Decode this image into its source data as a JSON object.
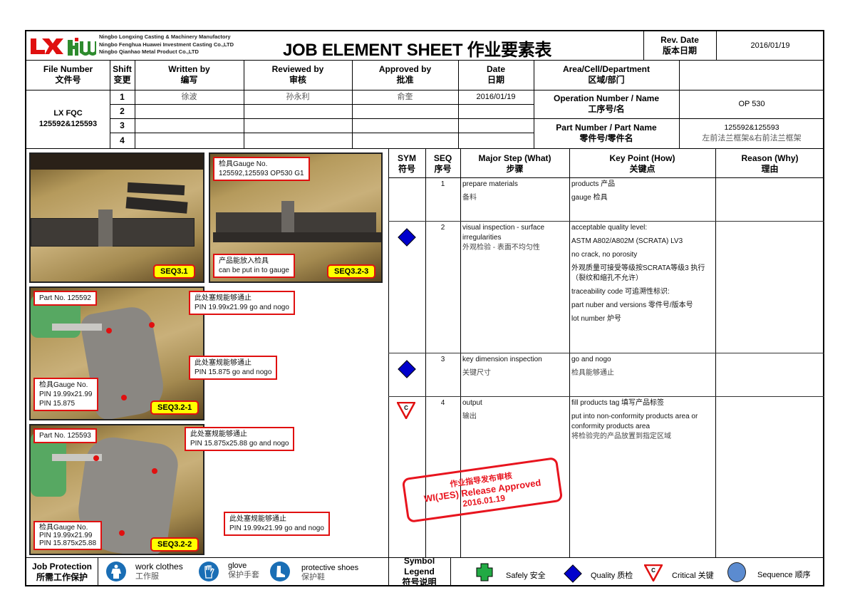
{
  "header": {
    "companies": [
      "Ningbo Longxing Casting & Machinery Manufactory",
      "Ningbo Fenghua Huawei Investment Casting Co.,LTD",
      "Ningbo Qianhao Metal Product Co.,LTD"
    ],
    "title": "JOB ELEMENT SHEET 作业要素表",
    "rev_date_label_en": "Rev. Date",
    "rev_date_label_zh": "版本日期",
    "rev_date_value": "2016/01/19",
    "brand_red": "#e01010",
    "brand_green": "#2e8b2e"
  },
  "info": {
    "file_number_en": "File Number",
    "file_number_zh": "文件号",
    "shift_en": "Shift",
    "shift_zh": "变更",
    "written_en": "Written by",
    "written_zh": "编写",
    "reviewed_en": "Reviewed by",
    "reviewed_zh": "审核",
    "approved_en": "Approved by",
    "approved_zh": "批准",
    "date_en": "Date",
    "date_zh": "日期",
    "area_en": "Area/Cell/Department",
    "area_zh": "区域/部门",
    "area_value": "",
    "file_number_line1": "LX FQC",
    "file_number_line2": "125592&125593",
    "shifts": [
      {
        "no": "1",
        "written": "徐波",
        "reviewed": "孙永利",
        "approved": "俞奎",
        "date": "2016/01/19"
      },
      {
        "no": "2",
        "written": "",
        "reviewed": "",
        "approved": "",
        "date": ""
      },
      {
        "no": "3",
        "written": "",
        "reviewed": "",
        "approved": "",
        "date": ""
      },
      {
        "no": "4",
        "written": "",
        "reviewed": "",
        "approved": "",
        "date": ""
      }
    ],
    "op_label_en": "Operation Number / Name",
    "op_label_zh": "工序号/名",
    "op_value": "OP 530",
    "part_label_en": "Part Number / Part Name",
    "part_label_zh": "零件号/零件名",
    "part_value_1": "125592&125593",
    "part_value_2": "左前法兰框架&右前法兰框架"
  },
  "photos": {
    "p1": {
      "tag": "SEQ3.1"
    },
    "p2": {
      "gauge_1": "检具Gauge No.",
      "gauge_2": "125592,125593 OP530 G1",
      "note_1": "产品能放入检具",
      "note_2": "can be put in to gauge",
      "tag": "SEQ3.2-3"
    },
    "p3": {
      "part": "Part No. 125592",
      "c1_1": "此处塞规能够通止",
      "c1_2": "PIN 19.99x21.99 go and nogo",
      "c2_1": "此处塞规能够通止",
      "c2_2": "PIN 15.875 go and nogo",
      "g1": "检具Gauge No.",
      "g2": "PIN 19.99x21.99",
      "g3": "PIN 15.875",
      "tag": "SEQ3.2-1"
    },
    "p4": {
      "part": "Part No. 125593",
      "c1_1": "此处塞规能够通止",
      "c1_2": "PIN 15.875x25.88 go and nogo",
      "c2_1": "此处塞规能够通止",
      "c2_2": "PIN 19.99x21.99 go and nogo",
      "g1": "检具Gauge No.",
      "g2": "PIN 19.99x21.99",
      "g3": "PIN 15.875x25.88",
      "tag": "SEQ3.2-2"
    }
  },
  "steps_table": {
    "headers": {
      "sym_en": "SYM",
      "sym_zh": "符号",
      "seq_en": "SEQ",
      "seq_zh": "序号",
      "major_en": "Major Step (What)",
      "major_zh": "步骤",
      "key_en": "Key Point (How)",
      "key_zh": "关键点",
      "reason_en": "Reason (Why)",
      "reason_zh": "理由"
    },
    "rows": [
      {
        "sym": "none",
        "seq": "1",
        "major_en": "prepare materials",
        "major_zh": "备料",
        "key": [
          "products 产品",
          "gauge 检具"
        ],
        "reason": ""
      },
      {
        "sym": "quality-diamond",
        "seq": "2",
        "major_en": "visual inspection - surface irregularities",
        "major_zh": "外观检验 - 表面不均匀性",
        "key": [
          "acceptable quality level:",
          "ASTM A802/A802M (SCRATA) LV3",
          "no crack, no porosity",
          "外观质量可接受等级按SCRATA等级3 执行（裂纹和缩孔不允许）",
          "traceability code 可追溯性标识:",
          "part nuber and versions 零件号/版本号",
          "lot number 炉号"
        ],
        "reason": ""
      },
      {
        "sym": "quality-diamond",
        "seq": "3",
        "major_en": "key  dimension inspection",
        "major_zh": "关键尺寸",
        "key": [
          "go and nogo",
          "检具能够通止"
        ],
        "reason": ""
      },
      {
        "sym": "critical-triangle",
        "seq": "4",
        "major_en": "output",
        "major_zh": "输出",
        "key": [
          "fill  products tag 填写产品标签",
          "put into non-conformity products area or conformity products area",
          "将检验完的产品放置到指定区域"
        ],
        "reason": ""
      }
    ],
    "stamp": {
      "line1": "作业指导发布审核",
      "line2": "WI(JES) Release Approved",
      "line3": "2016.01.19",
      "color": "#e8141e"
    }
  },
  "footer": {
    "job_protection_en": "Job Protection",
    "job_protection_zh": "所需工作保护",
    "ppe": [
      {
        "icon": "work-clothes-icon",
        "en": "work clothes",
        "zh": "工作服"
      },
      {
        "icon": "glove-icon",
        "en": "glove",
        "zh": "保护手套"
      },
      {
        "icon": "protective-shoes-icon",
        "en": "protective shoes",
        "zh": "保护鞋"
      }
    ],
    "legend_en": "Symbol Legend",
    "legend_zh": "符号说明",
    "legend": [
      {
        "icon": "safety-cross-icon",
        "label": "Safely  安全",
        "color": "#22aa44"
      },
      {
        "icon": "quality-diamond-icon",
        "label": "Quality 质检",
        "color": "#0000cc"
      },
      {
        "icon": "critical-triangle-icon",
        "label": "Critical 关键",
        "color": "#e01010"
      },
      {
        "icon": "sequence-circle-icon",
        "label": "Sequence 顺序",
        "color": "#5b8bd0"
      }
    ]
  }
}
